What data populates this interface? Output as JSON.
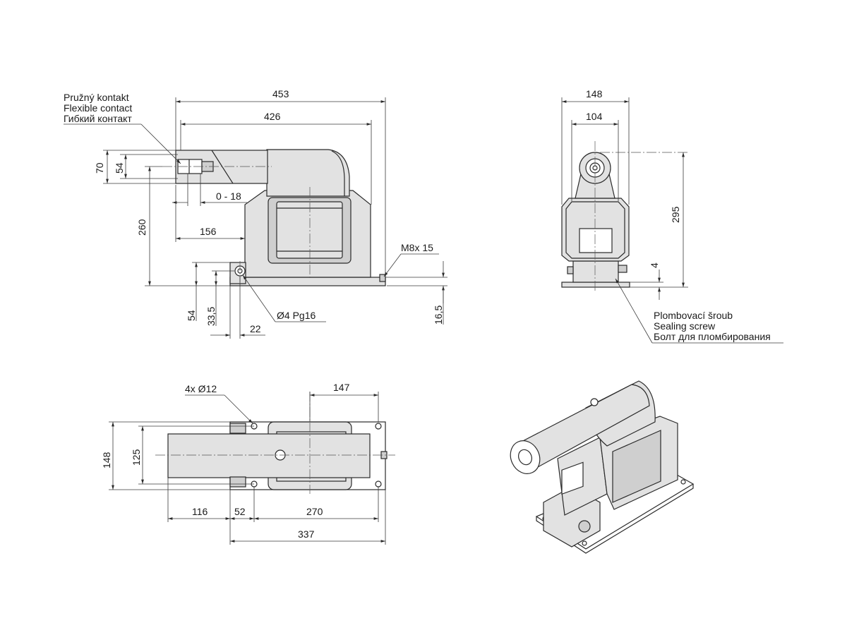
{
  "labels": {
    "flexible_contact_cz": "Pružný kontakt",
    "flexible_contact_en": "Flexible contact",
    "flexible_contact_ru": "Гибкий контакт",
    "sealing_screw_cz": "Plombovací šroub",
    "sealing_screw_en": "Sealing screw",
    "sealing_screw_ru": "Болт для пломбирования",
    "m8x15": "M8x 15",
    "pg16": "Ø4 Pg16",
    "holes": "4x  Ø12"
  },
  "dims": {
    "d453": "453",
    "d426": "426",
    "d70": "70",
    "d54a": "54",
    "d0_18": "0 - 18",
    "d260": "260",
    "d156": "156",
    "d54b": "54",
    "d33_5": "33,5",
    "d22": "22",
    "d16_5": "16,5",
    "d148a": "148",
    "d104": "104",
    "d295": "295",
    "d4": "4",
    "d147": "147",
    "d148b": "148",
    "d125": "125",
    "d116": "116",
    "d52": "52",
    "d270": "270",
    "d337": "337"
  }
}
